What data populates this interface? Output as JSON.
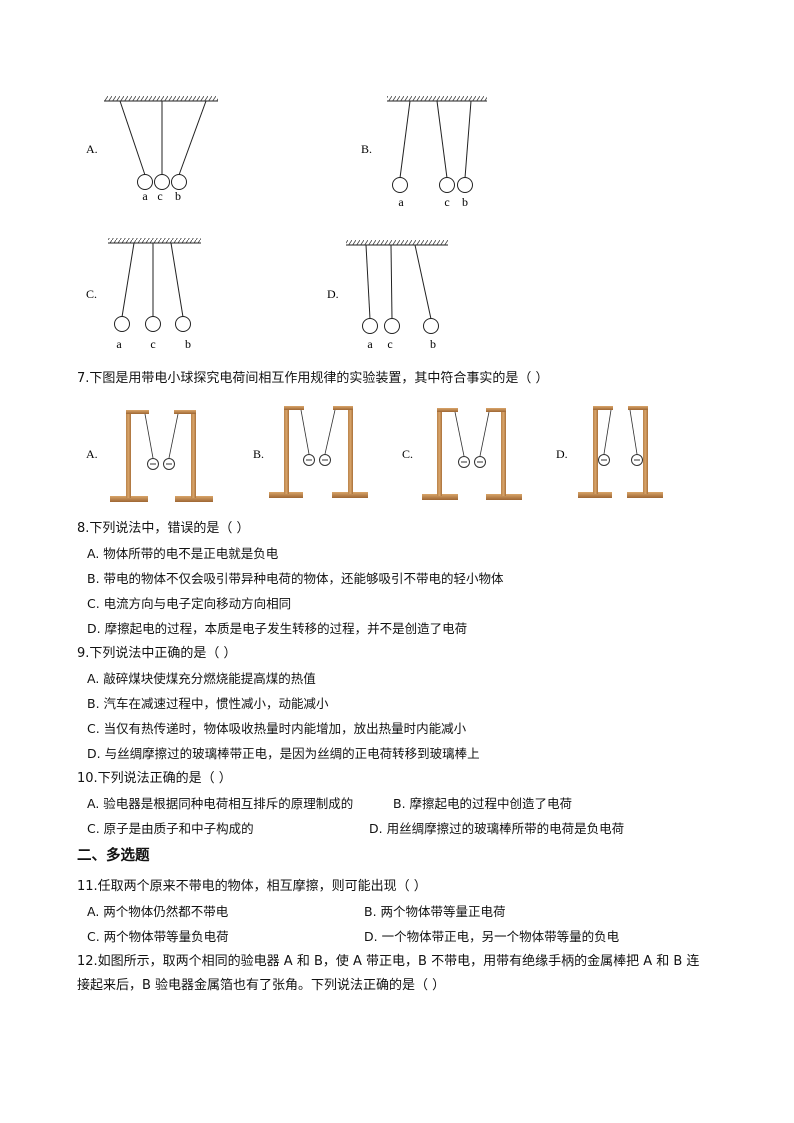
{
  "q6_figs": [
    {
      "letter": "A.",
      "balls": [
        "a",
        "c",
        "b"
      ]
    },
    {
      "letter": "B.",
      "balls": [
        "a",
        "c",
        "b"
      ]
    },
    {
      "letter": "C.",
      "balls": [
        "a",
        "c",
        "b"
      ]
    },
    {
      "letter": "D.",
      "balls": [
        "a",
        "c",
        "b"
      ]
    }
  ],
  "q7": {
    "stem": "7.下图是用带电小球探究电荷间相互作用规律的实验装置，其中符合事实的是（    ）",
    "figs": [
      {
        "letter": "A.",
        "left_sign": "⊖",
        "right_sign": "⊖"
      },
      {
        "letter": "B.",
        "left_sign": "⊖",
        "right_sign": "⊖"
      },
      {
        "letter": "C.",
        "left_sign": "⊖",
        "right_sign": "⊖"
      },
      {
        "letter": "D.",
        "left_sign": "⊖",
        "right_sign": "⊖"
      }
    ]
  },
  "q8": {
    "stem": "8.下列说法中，错误的是（    ）",
    "options": [
      "A. 物体所带的电不是正电就是负电",
      "B. 带电的物体不仅会吸引带异种电荷的物体，还能够吸引不带电的轻小物体",
      "C. 电流方向与电子定向移动方向相同",
      "D. 摩擦起电的过程，本质是电子发生转移的过程，并不是创造了电荷"
    ]
  },
  "q9": {
    "stem": "9.下列说法中正确的是（    ）",
    "options": [
      "A. 敲碎煤块使煤充分燃烧能提高煤的热值",
      "B. 汽车在减速过程中，惯性减小，动能减小",
      "C. 当仅有热传递时，物体吸收热量时内能增加，放出热量时内能减小",
      "D. 与丝绸摩擦过的玻璃棒带正电，是因为丝绸的正电荷转移到玻璃棒上"
    ]
  },
  "q10": {
    "stem": "10.下列说法正确的是（    ）",
    "options": [
      "A. 验电器是根据同种电荷相互排斥的原理制成的",
      "B. 摩擦起电的过程中创造了电荷",
      "C. 原子是由质子和中子构成的",
      "D. 用丝绸摩擦过的玻璃棒所带的电荷是负电荷"
    ]
  },
  "section2": "二、多选题",
  "q11": {
    "stem": "11.任取两个原来不带电的物体，相互摩擦，则可能出现（    ）",
    "options": [
      "A. 两个物体仍然都不带电",
      "B. 两个物体带等量正电荷",
      "C. 两个物体带等量负电荷",
      "D. 一个物体带正电，另一个物体带等量的负电"
    ]
  },
  "q12": {
    "line1": "12.如图所示，取两个相同的验电器 A 和 B，使 A 带正电，B 不带电，用带有绝缘手柄的金属棒把 A 和 B 连",
    "line2": "接起来后，B 验电器金属箔也有了张角。下列说法正确的是（    ）"
  }
}
